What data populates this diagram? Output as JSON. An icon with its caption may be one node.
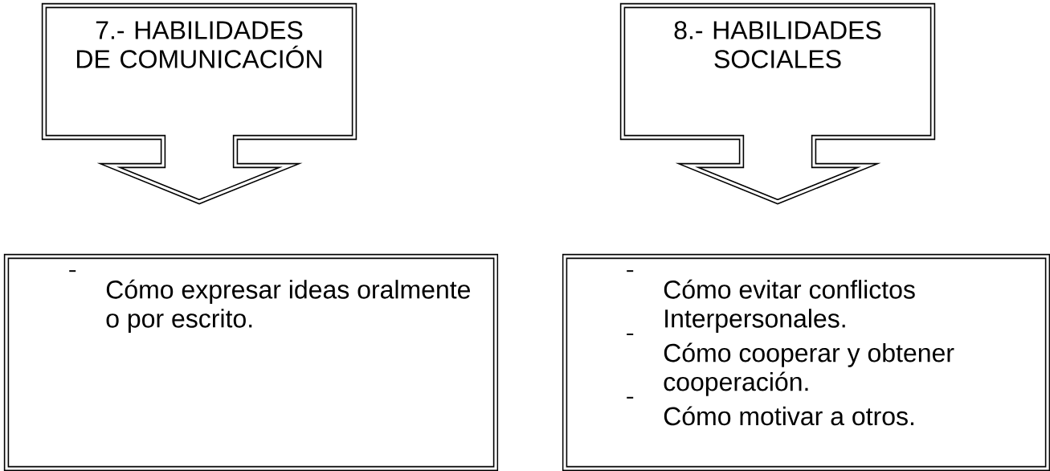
{
  "diagram": {
    "nodes": [
      {
        "text": [
          "7.- HABILIDADES DE COMUNICACIÓN"
        ]
      },
      {
        "text": [
          "8.- HABILIDADES SOCIALES"
        ]
      },
      {
        "text": [
          "Cómo expresar ideas oralmente o por escrito."
        ]
      },
      {
        "text": [
          "Cómo  evitar conflictos Interpersonales.",
          "Cómo cooperar y obtener cooperación.",
          "Cómo motivar a otros."
        ]
      }
    ]
  }
}
